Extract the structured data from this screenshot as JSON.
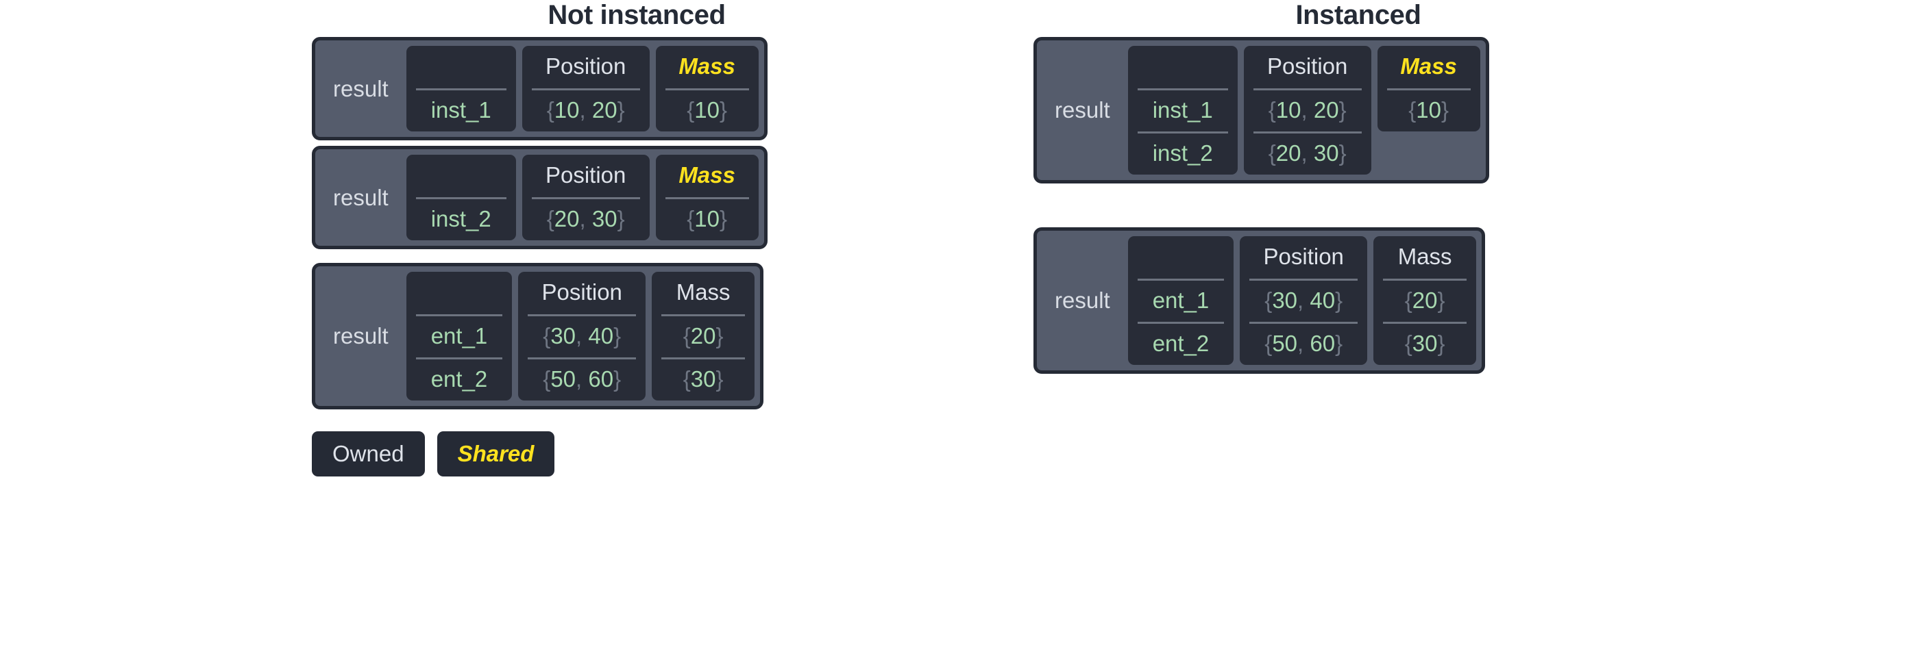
{
  "columns": [
    {
      "title": "Not instanced",
      "panels": [
        {
          "result_label": "result",
          "name_column": {
            "header": "",
            "cells": [
              "inst_1"
            ]
          },
          "data_columns": [
            {
              "header": "Position",
              "shared": false,
              "cells": [
                "{10, 20}"
              ]
            },
            {
              "header": "Mass",
              "shared": true,
              "cells": [
                "{10}"
              ]
            }
          ]
        },
        {
          "result_label": "result",
          "name_column": {
            "header": "",
            "cells": [
              "inst_2"
            ]
          },
          "data_columns": [
            {
              "header": "Position",
              "shared": false,
              "cells": [
                "{20, 30}"
              ]
            },
            {
              "header": "Mass",
              "shared": true,
              "cells": [
                "{10}"
              ]
            }
          ]
        },
        {
          "result_label": "result",
          "name_column": {
            "header": "",
            "cells": [
              "ent_1",
              "ent_2"
            ]
          },
          "data_columns": [
            {
              "header": "Position",
              "shared": false,
              "cells": [
                "{30, 40}",
                "{50, 60}"
              ]
            },
            {
              "header": "Mass",
              "shared": false,
              "cells": [
                "{20}",
                "{30}"
              ]
            }
          ]
        }
      ]
    },
    {
      "title": "Instanced",
      "panels": [
        {
          "result_label": "result",
          "name_column": {
            "header": "",
            "cells": [
              "inst_1",
              "inst_2"
            ]
          },
          "data_columns": [
            {
              "header": "Position",
              "shared": false,
              "cells": [
                "{10, 20}",
                "{20, 30}"
              ]
            },
            {
              "header": "Mass",
              "shared": true,
              "cells": [
                "{10}"
              ]
            }
          ]
        },
        {
          "result_label": "result",
          "name_column": {
            "header": "",
            "cells": [
              "ent_1",
              "ent_2"
            ]
          },
          "data_columns": [
            {
              "header": "Position",
              "shared": false,
              "cells": [
                "{30, 40}",
                "{50, 60}"
              ]
            },
            {
              "header": "Mass",
              "shared": false,
              "cells": [
                "{20}",
                "{30}"
              ]
            }
          ]
        }
      ]
    }
  ],
  "legend": {
    "owned_label": "Owned",
    "shared_label": "Shared"
  },
  "colors": {
    "page_background": "#ffffff",
    "title_text": "#252b36",
    "panel_background": "#555c6c",
    "panel_border": "#252a35",
    "cell_background": "#282c37",
    "header_text": "#dfe3ea",
    "value_text": "#a8d9b0",
    "brace_text": "#6f7683",
    "shared_accent": "#ffe21f",
    "separator": "#6d737f"
  }
}
